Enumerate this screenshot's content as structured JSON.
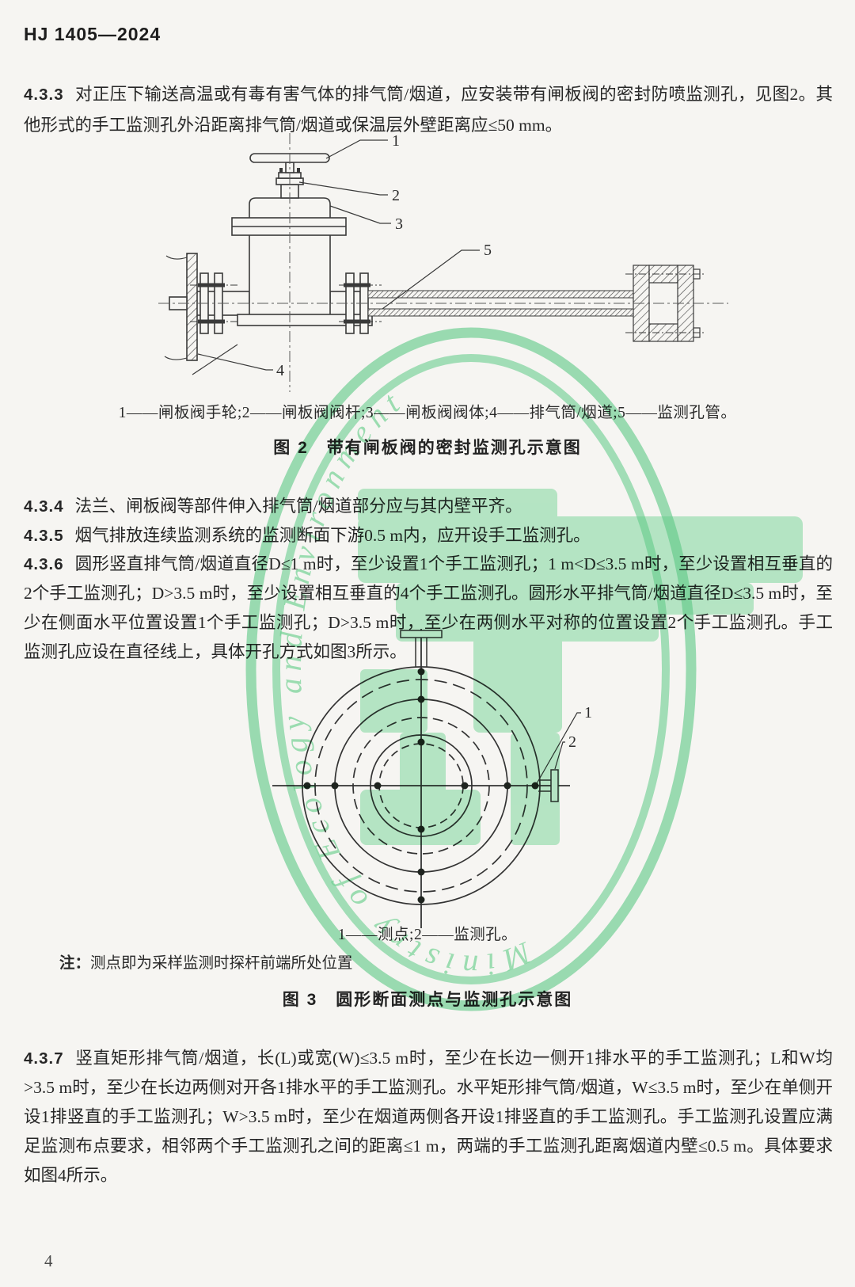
{
  "header": {
    "standard_number": "HJ 1405—2024"
  },
  "clauses": [
    {
      "number": "4.3.3",
      "text": "对正压下输送高温或有毒有害气体的排气筒/烟道，应安装带有闸板阀的密封防喷监测孔，见图2。其他形式的手工监测孔外沿距离排气筒/烟道或保温层外壁距离应≤50 mm。"
    },
    {
      "number": "4.3.4",
      "text": "法兰、闸板阀等部件伸入排气筒/烟道部分应与其内壁平齐。"
    },
    {
      "number": "4.3.5",
      "text": "烟气排放连续监测系统的监测断面下游0.5 m内，应开设手工监测孔。"
    },
    {
      "number": "4.3.6",
      "text": "圆形竖直排气筒/烟道直径D≤1 m时，至少设置1个手工监测孔；1 m<D≤3.5 m时，至少设置相互垂直的2个手工监测孔；D>3.5 m时，至少设置相互垂直的4个手工监测孔。圆形水平排气筒/烟道直径D≤3.5 m时，至少在侧面水平位置设置1个手工监测孔；D>3.5 m时，至少在两侧水平对称的位置设置2个手工监测孔。手工监测孔应设在直径线上，具体开孔方式如图3所示。"
    },
    {
      "number": "4.3.7",
      "text": "竖直矩形排气筒/烟道，长(L)或宽(W)≤3.5 m时，至少在长边一侧开1排水平的手工监测孔；L和W均>3.5 m时，至少在长边两侧对开各1排水平的手工监测孔。水平矩形排气筒/烟道，W≤3.5 m时，至少在单侧开设1排竖直的手工监测孔；W>3.5 m时，至少在烟道两侧各开设1排竖直的手工监测孔。手工监测孔设置应满足监测布点要求，相邻两个手工监测孔之间的距离≤1 m，两端的手工监测孔距离烟道内壁≤0.5 m。具体要求如图4所示。"
    }
  ],
  "figure2": {
    "callouts": [
      "1",
      "2",
      "3",
      "4",
      "5"
    ],
    "legend": "1——闸板阀手轮;2——闸板阀阀杆;3——闸板阀阀体;4——排气筒/烟道;5——监测孔管。",
    "caption": "图 2　带有闸板阀的密封监测孔示意图"
  },
  "figure3": {
    "callouts": [
      "1",
      "2"
    ],
    "legend": "1——测点;2——监测孔。",
    "note_label": "注：",
    "note_text": "测点即为采样监测时探杆前端所处位置",
    "caption": "图 3　圆形断面测点与监测孔示意图"
  },
  "watermark": {
    "text": "Ministry of Ecology and Environment",
    "color": "#6fd896"
  },
  "footer": {
    "page_number": "4"
  }
}
